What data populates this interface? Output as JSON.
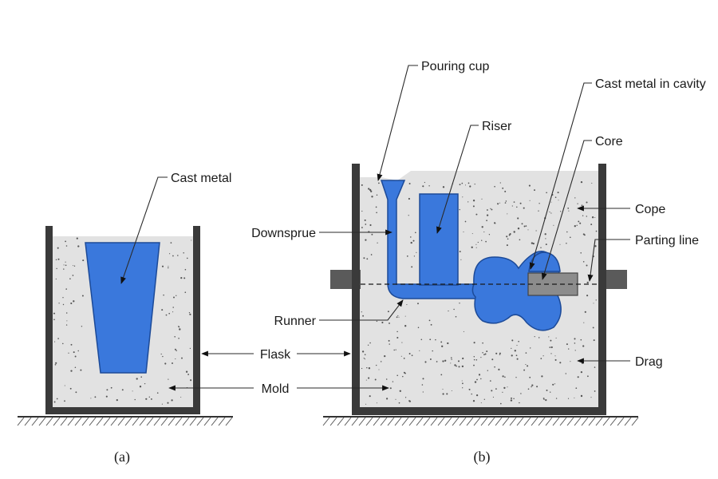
{
  "labels": {
    "cast_metal": "Cast metal",
    "flask": "Flask",
    "mold": "Mold",
    "pouring_cup": "Pouring cup",
    "riser": "Riser",
    "cast_metal_in_cavity": "Cast metal in cavity",
    "core": "Core",
    "downsprue": "Downsprue",
    "cope": "Cope",
    "parting_line": "Parting line",
    "runner": "Runner",
    "drag": "Drag"
  },
  "captions": {
    "a": "(a)",
    "b": "(b)"
  },
  "colors": {
    "metal": "#3a78dc",
    "sand": "#e2e2e2",
    "flask_wall": "#3a3a3a",
    "core": "#8c8c8c"
  }
}
